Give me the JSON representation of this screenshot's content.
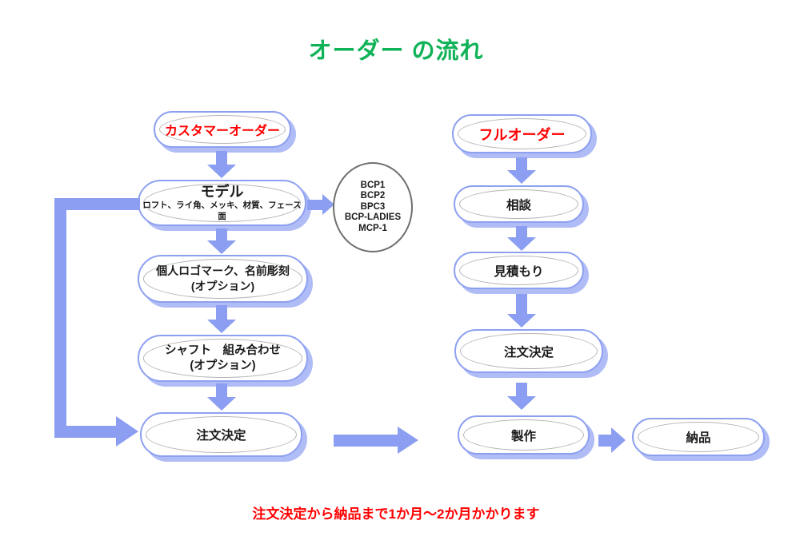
{
  "title": {
    "text": "オーダー の流れ"
  },
  "colors": {
    "accent_arrow": "#8b9ef1",
    "box_border": "#8da0f0",
    "box_shadow": "#b0bcf6",
    "title_green": "#10b258",
    "label_red": "#ff0000"
  },
  "left_flow": {
    "start": "カスタマーオーダー",
    "model": {
      "label": "モデル",
      "sub": "ロフト、ライ角、メッキ、材質、フェース面"
    },
    "logo": [
      "個人ロゴマーク、名前彫刻",
      "(オプション)"
    ],
    "shaft": [
      "シャフト　組み合わせ",
      "(オプション)"
    ],
    "order": "注文決定"
  },
  "models_circle": [
    "BCP1",
    "BCP2",
    "BPC3",
    "BCP-LADIES",
    "MCP-1"
  ],
  "right_flow": {
    "start": "フルオーダー",
    "consult": "相談",
    "estimate": "見積もり",
    "order": "注文決定",
    "production": "製作",
    "delivery": "納品"
  },
  "note": "注文決定から納品まで1か月〜2か月かかります"
}
